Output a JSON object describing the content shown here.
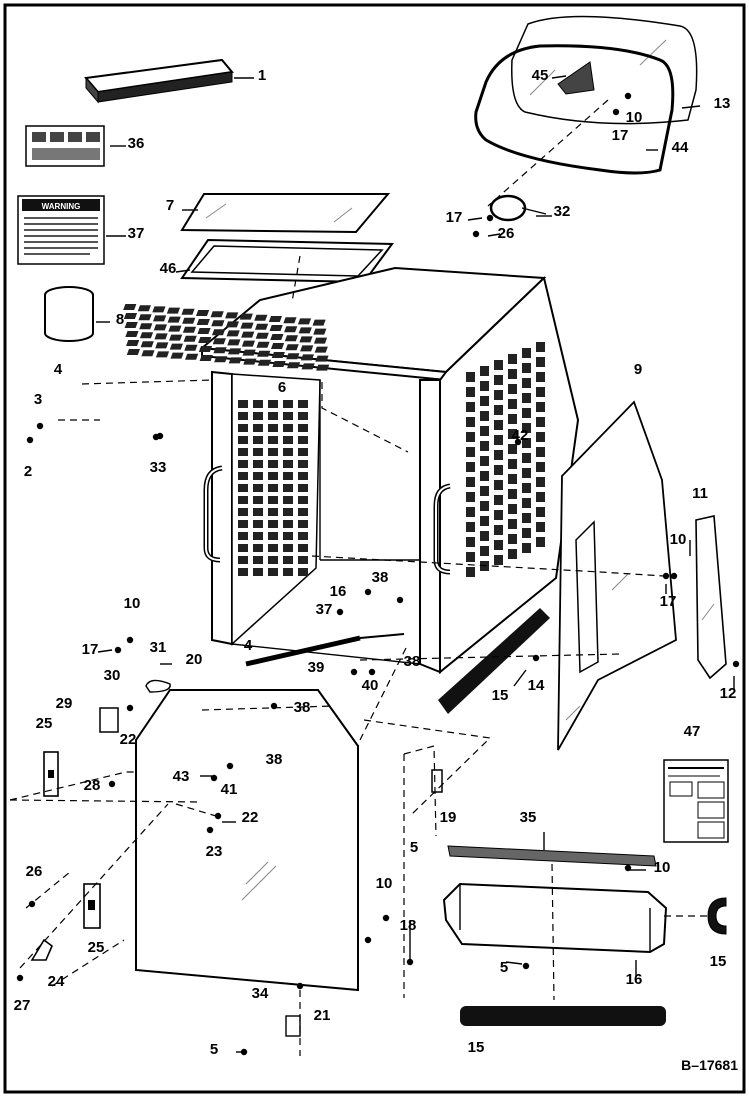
{
  "figure_id": "B–17681",
  "callouts": [
    "1",
    "36",
    "37",
    "7",
    "46",
    "8",
    "4",
    "3",
    "2",
    "6",
    "33",
    "45",
    "10",
    "17",
    "13",
    "44",
    "32",
    "17",
    "26",
    "42",
    "9",
    "11",
    "10",
    "17",
    "12",
    "38",
    "16",
    "37",
    "10",
    "17",
    "31",
    "20",
    "30",
    "29",
    "22",
    "25",
    "28",
    "4",
    "39",
    "40",
    "38",
    "38",
    "38",
    "43",
    "41",
    "22",
    "23",
    "14",
    "15",
    "19",
    "5",
    "35",
    "10",
    "47",
    "26",
    "25",
    "24",
    "27",
    "34",
    "21",
    "5",
    "10",
    "18",
    "5",
    "16",
    "15",
    "15"
  ],
  "decals": {
    "warning_title": "WARNING"
  }
}
